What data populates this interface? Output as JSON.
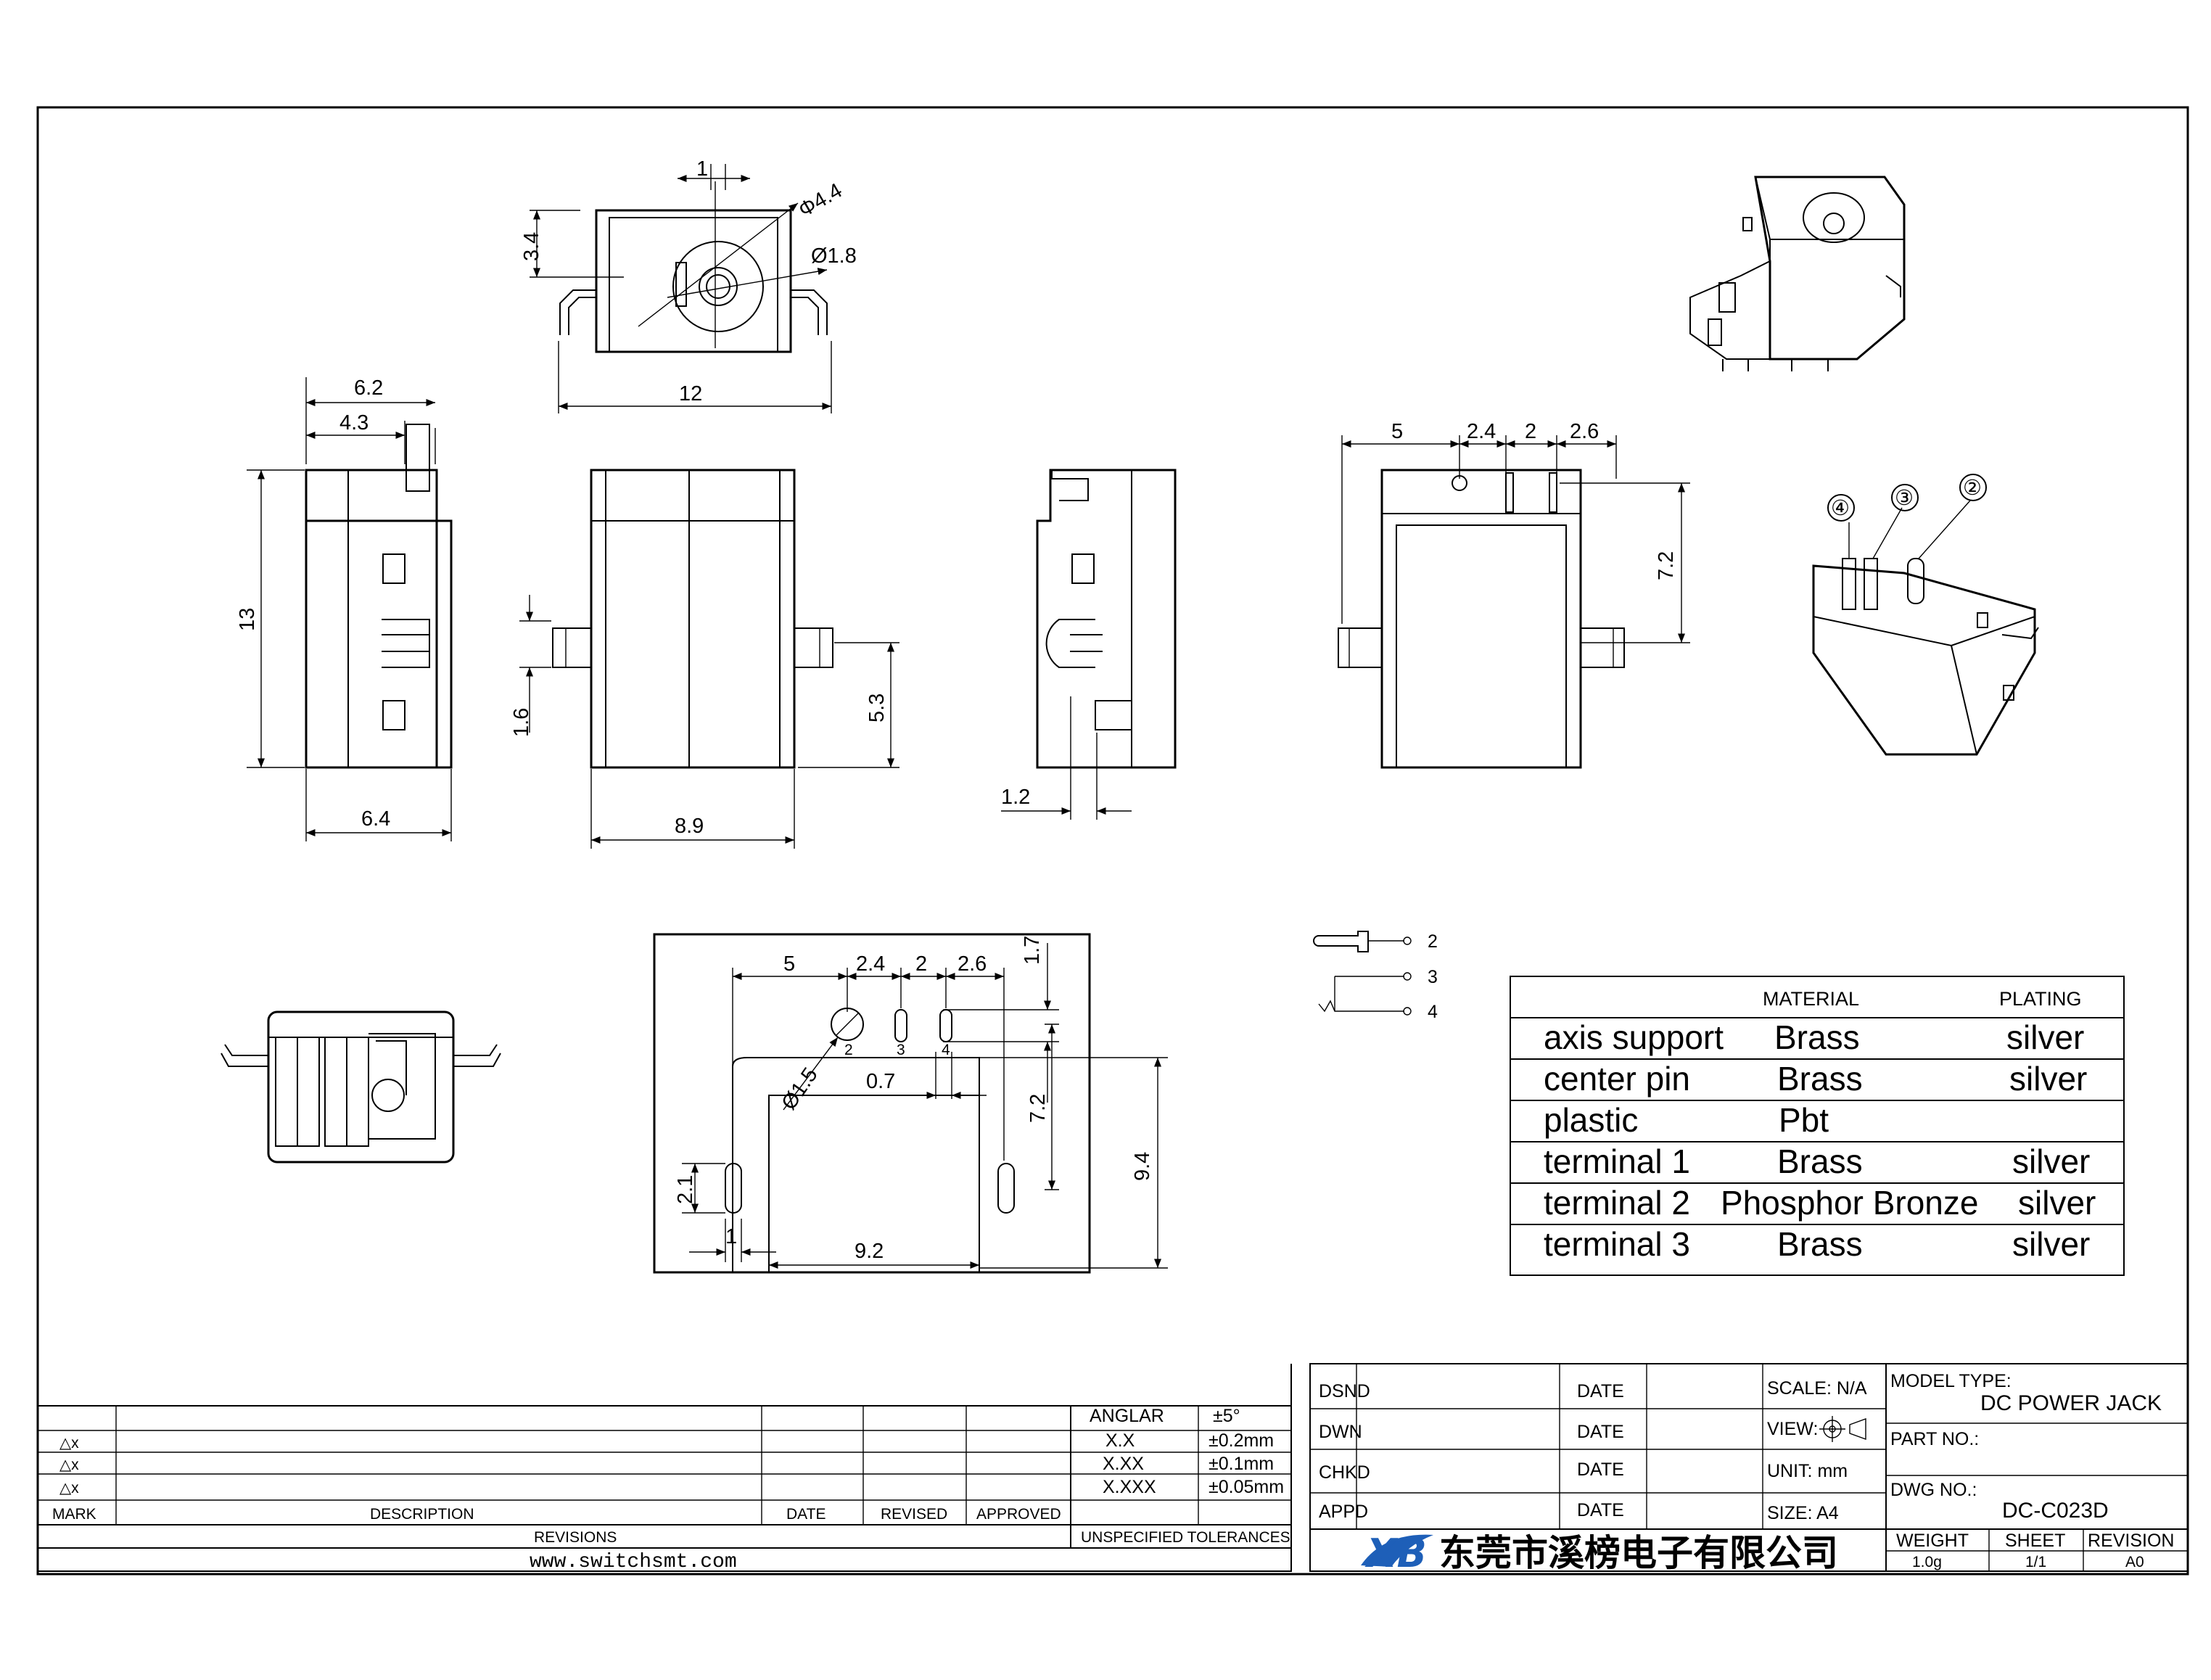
{
  "top_view": {
    "dim_1": "1",
    "dim_3_4": "3.4",
    "dia_4_4": "Φ4.4",
    "dia_1_8": "Ø1.8",
    "dim_12": "12"
  },
  "left_view": {
    "dim_6_2": "6.2",
    "dim_4_3": "4.3",
    "dim_13": "13",
    "dim_6_4": "6.4"
  },
  "front_view": {
    "dim_1_6": "1.6",
    "dim_8_9": "8.9",
    "dim_5_3": "5.3"
  },
  "right_view": {
    "dim_1_2": "1.2"
  },
  "back_view": {
    "dim_5": "5",
    "dim_2_4": "2.4",
    "dim_2": "2",
    "dim_2_6": "2.6",
    "dim_7_2": "7.2"
  },
  "iso_view": {
    "pin_4": "④",
    "pin_3": "③",
    "pin_2": "②"
  },
  "pcb_layout": {
    "dim_5": "5",
    "dim_2_4": "2.4",
    "dim_2": "2",
    "dim_2_6": "2.6",
    "dim_1_7": "1.7",
    "dia_1_5": "Ø1.5",
    "dim_0_7": "0.7",
    "dim_7_2": "7.2",
    "dim_9_4": "9.4",
    "dim_2_1": "2.1",
    "dim_1": "1",
    "dim_9_2": "9.2",
    "pad_2": "2",
    "pad_3": "3",
    "pad_4": "4"
  },
  "schematic": {
    "pin_2": "2",
    "pin_3": "3",
    "pin_4": "4"
  },
  "material_table": {
    "header_material": "MATERIAL",
    "header_plating": "PLATING",
    "rows": [
      {
        "part": "axis support",
        "material": "Brass",
        "plating": "silver"
      },
      {
        "part": "center pin",
        "material": "Brass",
        "plating": "silver"
      },
      {
        "part": "plastic",
        "material": "Pbt",
        "plating": ""
      },
      {
        "part": "terminal 1",
        "material": "Brass",
        "plating": "silver"
      },
      {
        "part": "terminal 2",
        "material": "Phosphor Bronze",
        "plating": "silver"
      },
      {
        "part": "terminal 3",
        "material": "Brass",
        "plating": "silver"
      }
    ]
  },
  "revisions": {
    "rev_rows": [
      "△x",
      "△x",
      "△x"
    ],
    "col_mark": "MARK",
    "col_description": "DESCRIPTION",
    "col_date": "DATE",
    "col_revised": "REVISED",
    "col_approved": "APPROVED",
    "label": "REVISIONS",
    "website": "www.switchsmt.com"
  },
  "tolerances": {
    "rows": [
      {
        "label": "ANGLAR",
        "value": "±5°"
      },
      {
        "label": "X.X",
        "value": "±0.2mm"
      },
      {
        "label": "X.XX",
        "value": "±0.1mm"
      },
      {
        "label": "X.XXX",
        "value": "±0.05mm"
      }
    ],
    "label": "UNSPECIFIED TOLERANCES"
  },
  "signoff": {
    "rows": [
      {
        "role": "DSND",
        "date_label": "DATE"
      },
      {
        "role": "DWN",
        "date_label": "DATE"
      },
      {
        "role": "CHKD",
        "date_label": "DATE"
      },
      {
        "role": "APPD",
        "date_label": "DATE"
      }
    ]
  },
  "info": {
    "scale": "SCALE: N/A",
    "view": "VIEW:",
    "unit": "UNIT: mm",
    "size": "SIZE: A4"
  },
  "title_block": {
    "model_type_label": "MODEL TYPE:",
    "model_type_value": "DC POWER JACK",
    "part_no_label": "PART NO.:",
    "dwg_no_label": "DWG NO.:",
    "dwg_no_value": "DC-C023D",
    "weight_label": "WEIGHT",
    "weight_value": "1.0g",
    "sheet_label": "SHEET",
    "sheet_value": "1/1",
    "revision_label": "REVISION",
    "revision_value": "A0",
    "company_name": "东莞市溪榜电子有限公司",
    "logo_letters": "XB",
    "logo_color": "#1e5fb8"
  }
}
